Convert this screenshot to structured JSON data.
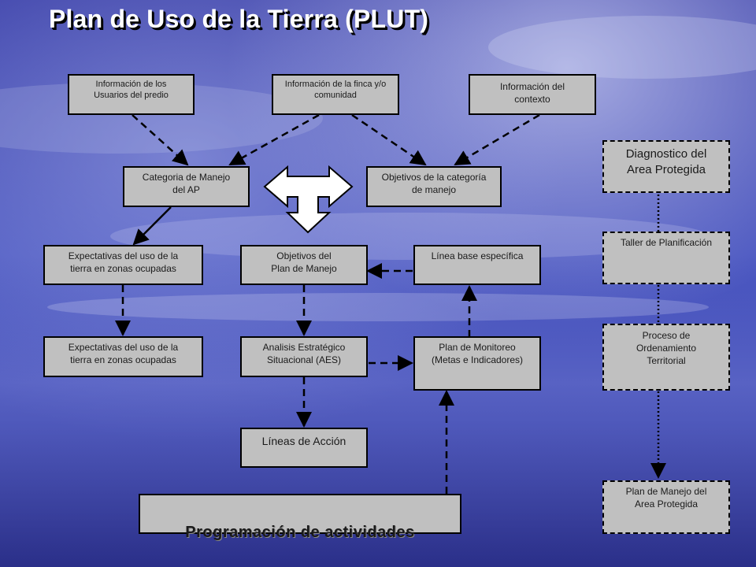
{
  "title": "Plan de Uso de la Tierra (PLUT)",
  "boxes": {
    "info_usuarios": "Información de los\nUsuarios del predio",
    "info_finca": "Información de la finca y/o\ncomunidad",
    "info_contexto": "Información del\ncontexto",
    "categoria_manejo": "Categoria de Manejo\ndel AP",
    "objetivos_categoria": "Objetivos de la categoría\nde manejo",
    "expectativas_1": "Expectativas del uso de la\ntierra en zonas ocupadas",
    "objetivos_plan": "Objetivos del\nPlan de Manejo",
    "linea_base": "Línea base específica",
    "expectativas_2": "Expectativas del uso de la\ntierra en zonas ocupadas",
    "analisis": "Analisis Estratégico\nSituacional (AES)",
    "plan_monitoreo": "Plan de Monitoreo\n(Metas e Indicadores)",
    "lineas_accion": "Líneas de Acción",
    "programacion": "Programación de actividades",
    "diagnostico": "Diagnostico del\nArea Protegida",
    "taller": "Taller de Planificación",
    "proceso": "Proceso de\nOrdenamiento\nTerritorial",
    "plan_manejo_ap": "Plan de Manejo del\nArea Protegida"
  }
}
